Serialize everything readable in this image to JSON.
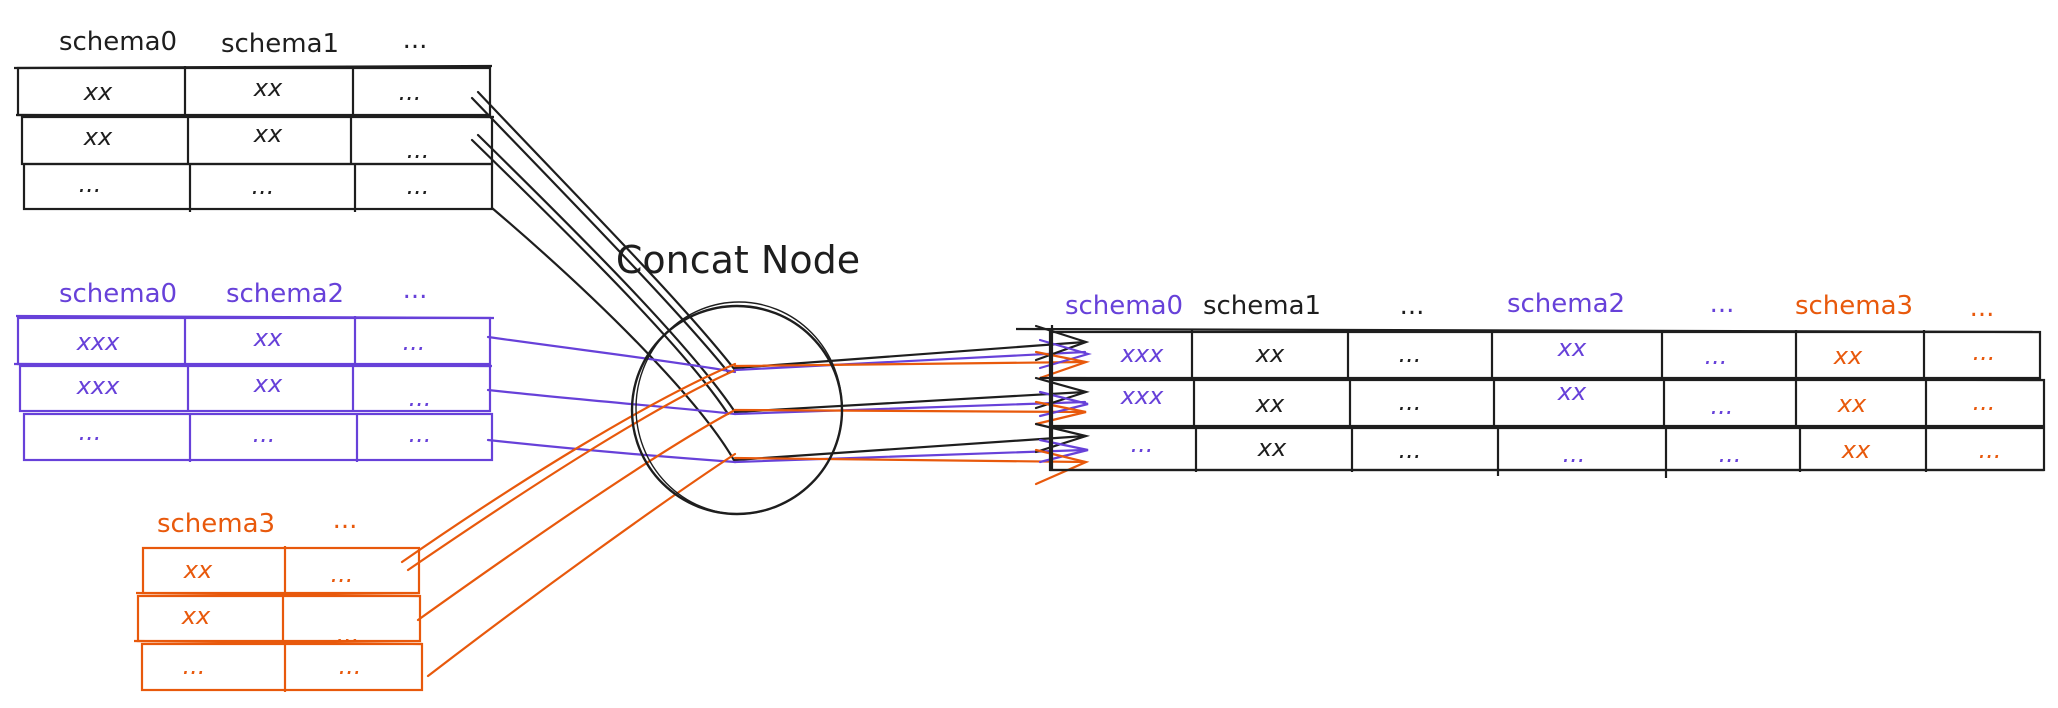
{
  "colors": {
    "black": "#1e1e1e",
    "purple": "#6741d9",
    "orange": "#e8590c"
  },
  "node_label": "Concat Node",
  "table_a": {
    "headers": [
      "schema0",
      "schema1",
      "..."
    ],
    "rows": [
      [
        "xx",
        "xx",
        "..."
      ],
      [
        "xx",
        "xx",
        "..."
      ],
      [
        "...",
        "...",
        "..."
      ]
    ]
  },
  "table_b": {
    "headers": [
      "schema0",
      "schema2",
      "..."
    ],
    "rows": [
      [
        "xxx",
        "xx",
        "..."
      ],
      [
        "xxx",
        "xx",
        "..."
      ],
      [
        "...",
        "...",
        "..."
      ]
    ]
  },
  "table_c": {
    "headers": [
      "schema3",
      "..."
    ],
    "rows": [
      [
        "xx",
        "..."
      ],
      [
        "xx",
        "..."
      ],
      [
        "...",
        "..."
      ]
    ]
  },
  "table_out": {
    "headers": [
      "schema0",
      "schema1",
      "...",
      "schema2",
      "...",
      "schema3",
      "..."
    ],
    "rows": [
      [
        "xxx",
        "xx",
        "...",
        "xx",
        "...",
        "xx",
        "..."
      ],
      [
        "xxx",
        "xx",
        "...",
        "xx",
        "...",
        "xx",
        "..."
      ],
      [
        "...",
        "xx",
        "...",
        "...",
        "...",
        "xx",
        "..."
      ]
    ]
  }
}
